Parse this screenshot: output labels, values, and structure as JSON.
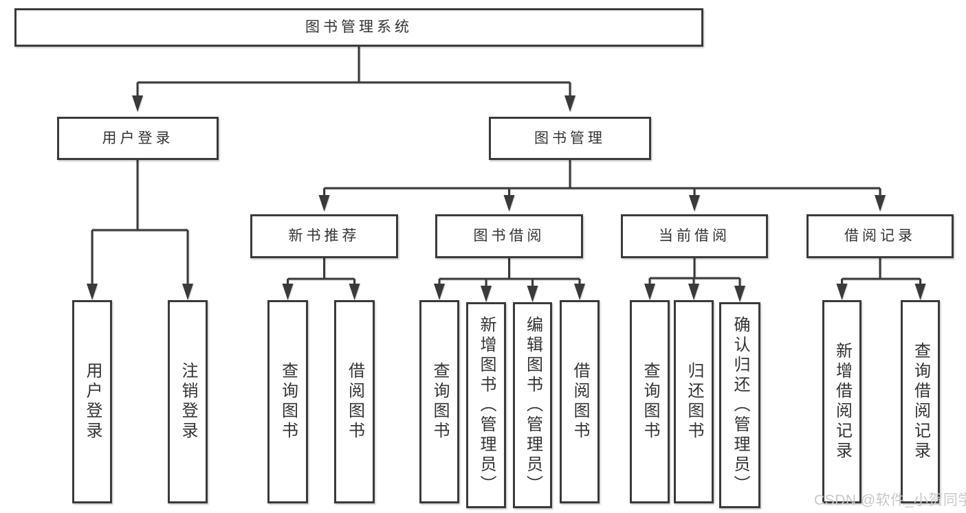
{
  "colors": {
    "line": "#3a3a3a",
    "text": "#333333",
    "box-bg": "#ffffff",
    "page-bg": "#ffffff",
    "watermark": "#c8c8c8"
  },
  "watermark": {
    "text": "CSDN @软件_小贺同学"
  },
  "tree": {
    "root": {
      "label": "图书管理系统"
    },
    "children": [
      {
        "label": "用户登录",
        "children": [
          {
            "label": "用户登录"
          },
          {
            "label": "注销登录"
          }
        ]
      },
      {
        "label": "图书管理",
        "children": [
          {
            "label": "新书推荐",
            "children": [
              {
                "label": "查询图书"
              },
              {
                "label": "借阅图书"
              }
            ]
          },
          {
            "label": "图书借阅",
            "children": [
              {
                "label": "查询图书"
              },
              {
                "label": "新增图书（管理员）"
              },
              {
                "label": "编辑图书（管理员）"
              },
              {
                "label": "借阅图书"
              }
            ]
          },
          {
            "label": "当前借阅",
            "children": [
              {
                "label": "查询图书"
              },
              {
                "label": "归还图书"
              },
              {
                "label": "确认归还（管理员）"
              }
            ]
          },
          {
            "label": "借阅记录",
            "children": [
              {
                "label": "新增借阅记录"
              },
              {
                "label": "查询借阅记录"
              }
            ]
          }
        ]
      }
    ]
  }
}
